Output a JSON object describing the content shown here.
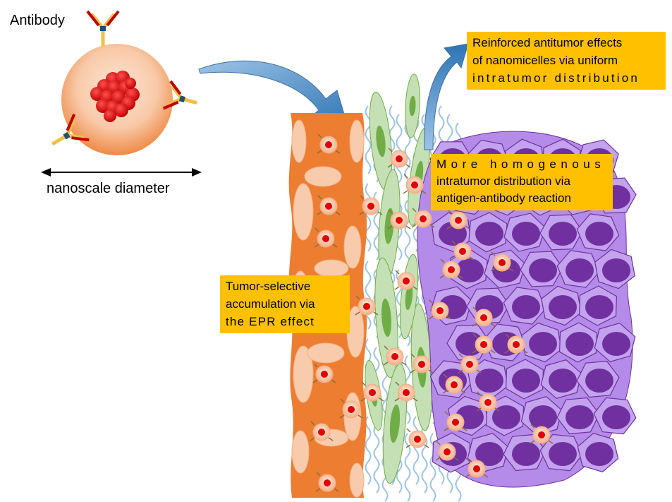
{
  "labels": {
    "antibody": "Antibody",
    "diameter": "nanoscale diameter"
  },
  "callouts": {
    "reinforced": {
      "lines": [
        "Reinforced antitumor effects",
        "of nanomicelles via uniform",
        "intratumor distribution"
      ]
    },
    "homogenous": {
      "lines": [
        "More homogenous",
        "intratumor distribution via",
        "antigen-antibody reaction"
      ]
    },
    "epr": {
      "lines": [
        "Tumor-selective",
        "accumulation via",
        "the EPR effect"
      ]
    }
  },
  "colors": {
    "callout_bg": "#ffc000",
    "vessel": "#ed7d31",
    "endothelial": "#f8cbad",
    "stroma": "#c5e0b4",
    "stroma_nucleus": "#70ad47",
    "tumor_cell": "#b48be8",
    "tumor_nucleus": "#7030a0",
    "arrow": "#5b9bd5",
    "micelle_core": "#e00000",
    "micelle_shell": "#f4b183"
  },
  "icons": [
    "antibody-icon",
    "nanomicelle-icon",
    "blue-curved-arrow",
    "double-headed-arrow"
  ]
}
